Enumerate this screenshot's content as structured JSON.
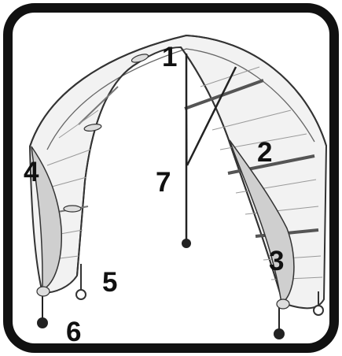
{
  "diagram": {
    "type": "kite-parts",
    "labels": {
      "n1": "1",
      "n2": "2",
      "n3": "3",
      "n4": "4",
      "n5": "5",
      "n6": "6",
      "n7": "7"
    },
    "colors": {
      "frame": "#111111",
      "canopy": "#f2f2f2",
      "tip_shade": "#cfcfcf",
      "line": "#222222",
      "outline": "#333333"
    }
  }
}
